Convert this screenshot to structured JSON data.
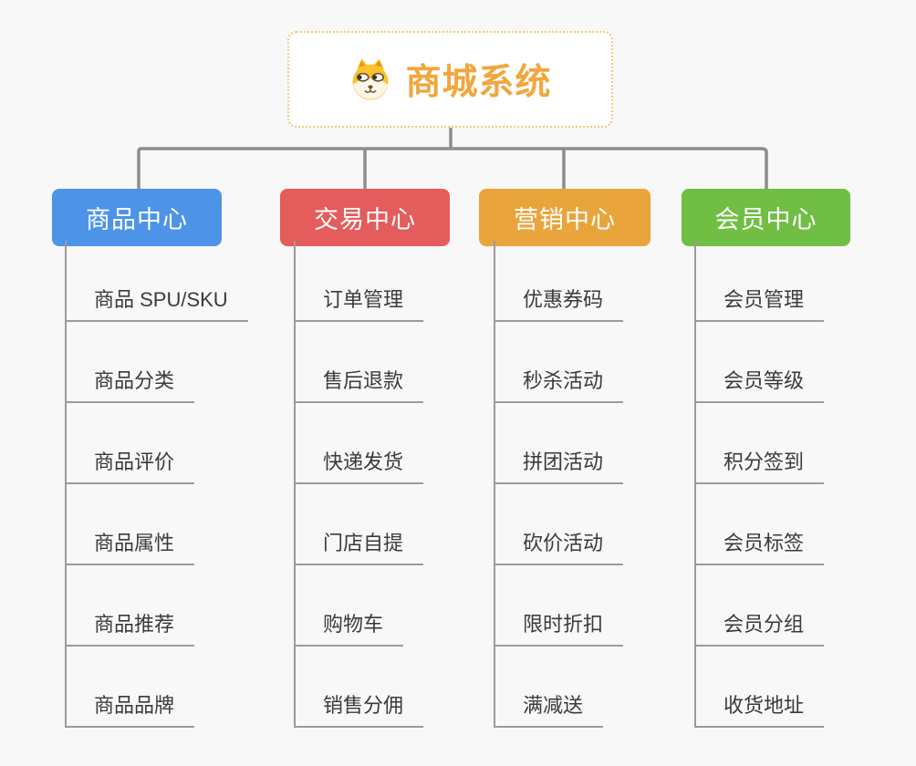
{
  "root": {
    "title": "商城系统",
    "icon": "shiba-dog-icon",
    "text_color": "#f0a73e",
    "border_color": "#f2c879"
  },
  "connector_color": "#8d8d8d",
  "line_color": "#9b9b9b",
  "background_color": "#f8f8f8",
  "branches": [
    {
      "label": "商品中心",
      "color": "#4d94e8",
      "items": [
        "商品 SPU/SKU",
        "商品分类",
        "商品评价",
        "商品属性",
        "商品推荐",
        "商品品牌"
      ]
    },
    {
      "label": "交易中心",
      "color": "#e45c5c",
      "items": [
        "订单管理",
        "售后退款",
        "快递发货",
        "门店自提",
        "购物车",
        "销售分佣"
      ]
    },
    {
      "label": "营销中心",
      "color": "#e9a43c",
      "items": [
        "优惠券码",
        "秒杀活动",
        "拼团活动",
        "砍价活动",
        "限时折扣",
        "满减送"
      ]
    },
    {
      "label": "会员中心",
      "color": "#70be44",
      "items": [
        "会员管理",
        "会员等级",
        "积分签到",
        "会员标签",
        "会员分组",
        "收货地址"
      ]
    }
  ]
}
